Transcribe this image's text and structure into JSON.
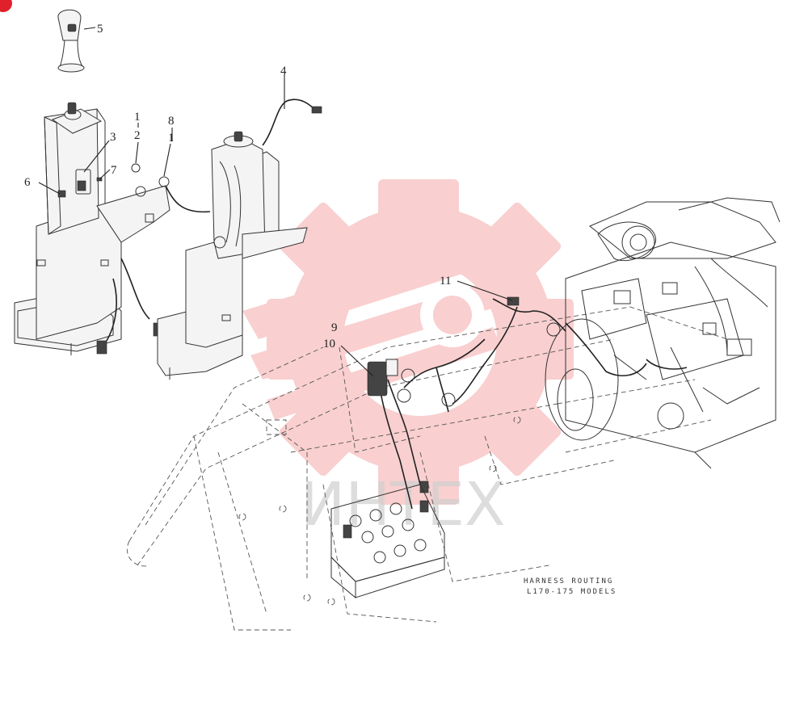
{
  "watermark": {
    "text": "ИНТЕХ",
    "gear_color": "#f5a8a8"
  },
  "caption": {
    "line1": "HARNESS ROUTING",
    "line2": "L170-175 MODELS"
  },
  "callouts": {
    "c1a": "1",
    "c2": "2",
    "c3": "3",
    "c4": "4",
    "c5": "5",
    "c6": "6",
    "c7": "7",
    "c8": "8",
    "c1b": "1",
    "c9": "9",
    "c10": "10",
    "c11": "11"
  },
  "corner_badge_color": "#e0202a"
}
